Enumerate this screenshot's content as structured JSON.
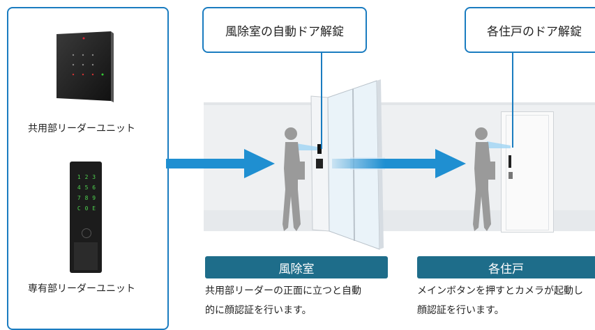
{
  "callouts": {
    "windbreak_unlock": "風除室の自動ドア解錠",
    "unit_unlock": "各住戸のドア解錠"
  },
  "readers": {
    "common_label": "共用部リーダーユニット",
    "private_label": "専有部リーダーユニット"
  },
  "keypad_keys": [
    "1",
    "2",
    "3",
    "4",
    "5",
    "6",
    "7",
    "8",
    "9",
    "C",
    "0",
    "E"
  ],
  "sections": [
    {
      "title": "風除室",
      "description_line1": "共用部リーダーの正面に立つと自動",
      "description_line2": "的に顔認証を行います。"
    },
    {
      "title": "各住戸",
      "description_line1": "メインボタンを押すとカメラが起動し",
      "description_line2": "顔認証を行います。"
    }
  ],
  "colors": {
    "frame_blue": "#1a7cc0",
    "arrow_blue": "#1f8fd1",
    "section_bar": "#1e6d8a",
    "figure_gray": "#9a9a9a"
  }
}
